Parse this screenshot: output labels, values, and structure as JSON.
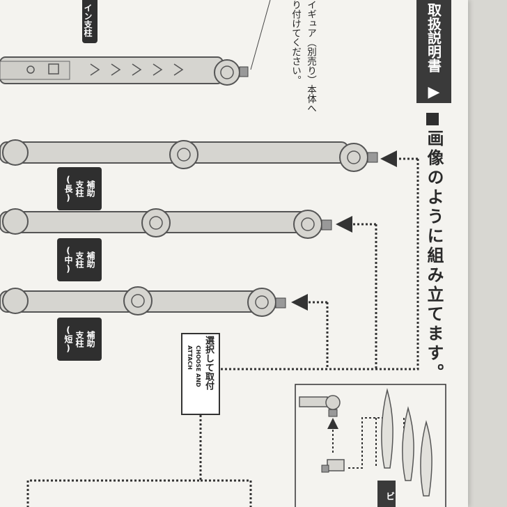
{
  "header": {
    "title_fragment": "取扱説明書",
    "arrow": "▶"
  },
  "instruction": {
    "title": "画像のように組み立てます。"
  },
  "note": {
    "line1": "イギュア（別売り）本体へ",
    "line2": "り付けてください。"
  },
  "labels": {
    "main_post_fragment": "イン支柱",
    "aux_long": [
      "補助",
      "支柱",
      "(長)"
    ],
    "aux_mid": [
      "補助",
      "支柱",
      "(中)"
    ],
    "aux_short": [
      "補助",
      "支柱",
      "(短)"
    ],
    "choose_jp": "選択して取付",
    "choose_en_1": "CHOOSE AND",
    "choose_en_2": "ATTACH",
    "bottom_fragment": "ビ"
  },
  "colors": {
    "part_fill": "#d6d5d0",
    "part_stroke": "#555555",
    "dark_label": "#2f2f2f"
  }
}
